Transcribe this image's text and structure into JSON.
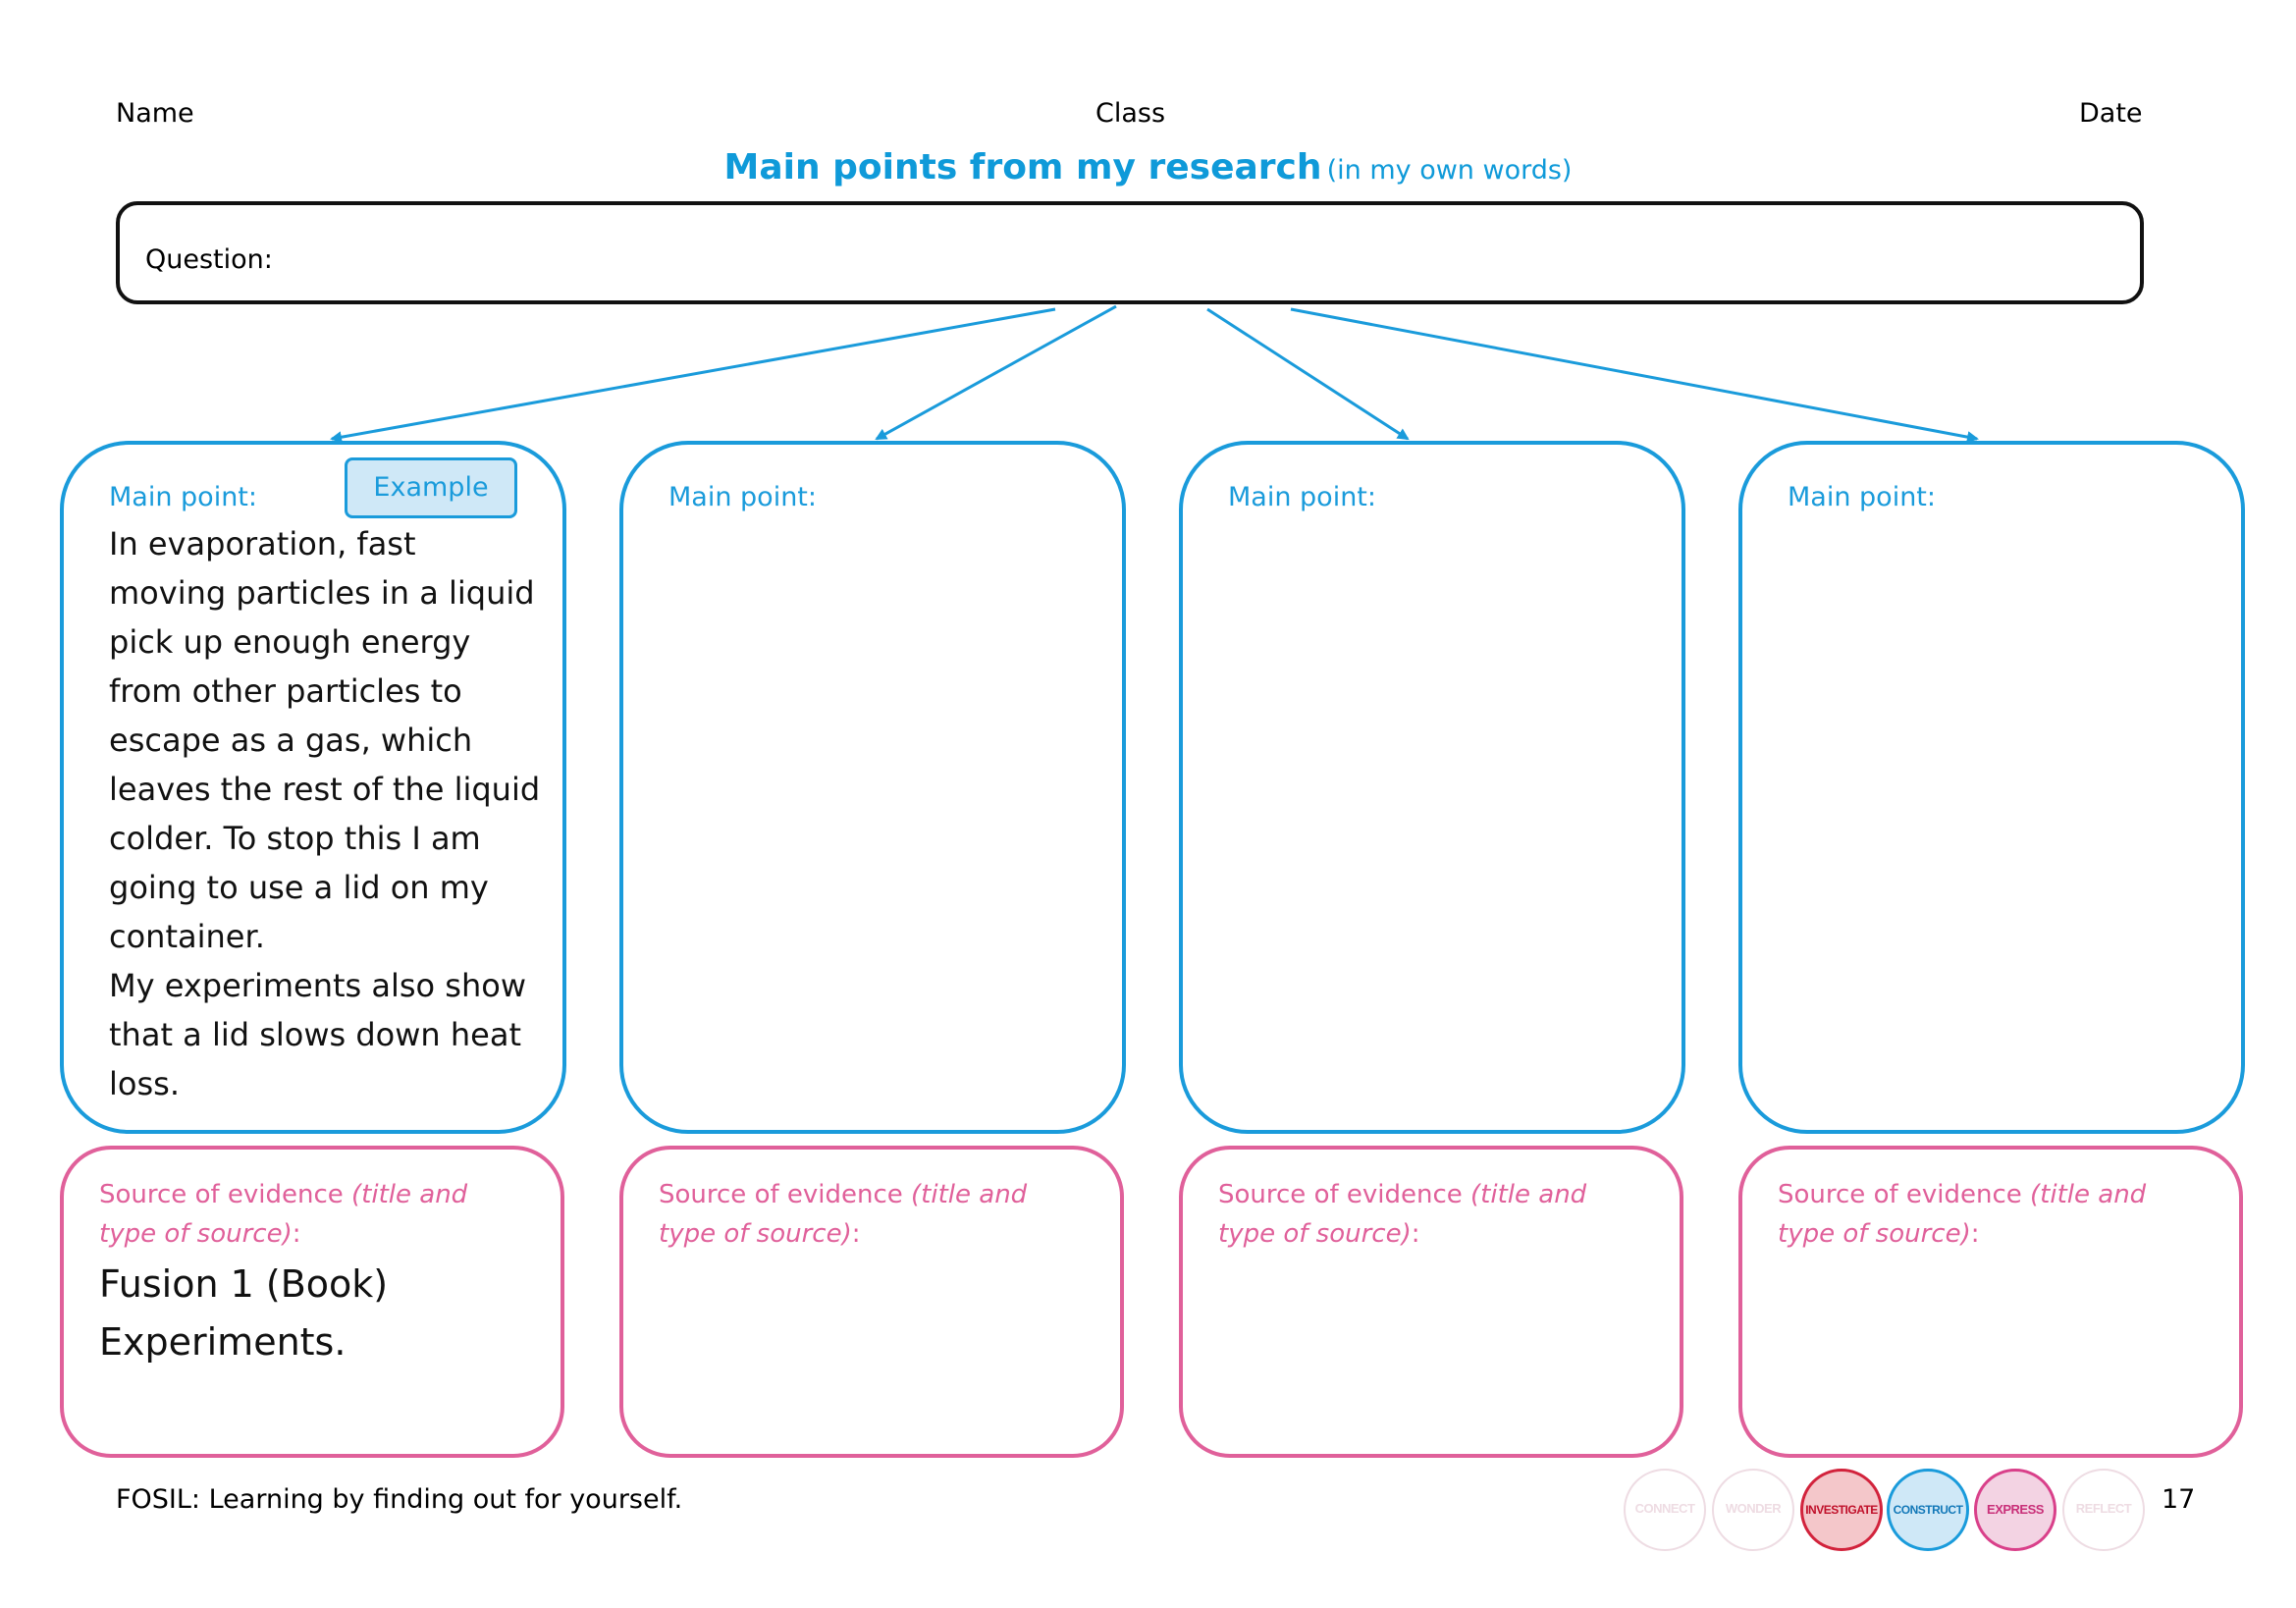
{
  "header": {
    "name_label": "Name",
    "class_label": "Class",
    "date_label": "Date",
    "title": "Main points from my research",
    "subtitle": "(in my own words)"
  },
  "question": {
    "label": "Question:"
  },
  "main_points": [
    {
      "label": "Main point:",
      "badge": "Example",
      "text": "In evaporation, fast moving particles in a liquid pick up enough energy from other particles to escape as a gas, which leaves the rest of the liquid colder. To stop this I am going to use a lid on my container.\nMy experiments also show that a lid slows down heat loss."
    },
    {
      "label": "Main point:",
      "text": ""
    },
    {
      "label": "Main point:",
      "text": ""
    },
    {
      "label": "Main point:",
      "text": ""
    }
  ],
  "sources": [
    {
      "label": "Source of evidence ",
      "label_italic": "(title and type of source)",
      "label_end": ":",
      "text": "Fusion 1 (Book)\nExperiments."
    },
    {
      "label": "Source of evidence ",
      "label_italic": "(title and type of source)",
      "label_end": ":",
      "text": ""
    },
    {
      "label": "Source of evidence ",
      "label_italic": "(title and type of source)",
      "label_end": ":",
      "text": ""
    },
    {
      "label": "Source of evidence ",
      "label_italic": "(title and type of source)",
      "label_end": ":",
      "text": ""
    }
  ],
  "footer": {
    "text": "FOSIL: Learning by finding out for yourself.",
    "page_number": "17"
  },
  "stages": [
    {
      "label": "CONNECT",
      "active": false
    },
    {
      "label": "WONDER",
      "active": false
    },
    {
      "label": "INVESTIGATE",
      "active": true
    },
    {
      "label": "CONSTRUCT",
      "active": true
    },
    {
      "label": "EXPRESS",
      "active": true
    },
    {
      "label": "REFLECT",
      "active": false
    }
  ],
  "colors": {
    "blue": "#1A9BDB",
    "pink": "#E0609A",
    "investigate": "#D2233C",
    "construct": "#1A9BDB",
    "express": "#D9408A"
  }
}
